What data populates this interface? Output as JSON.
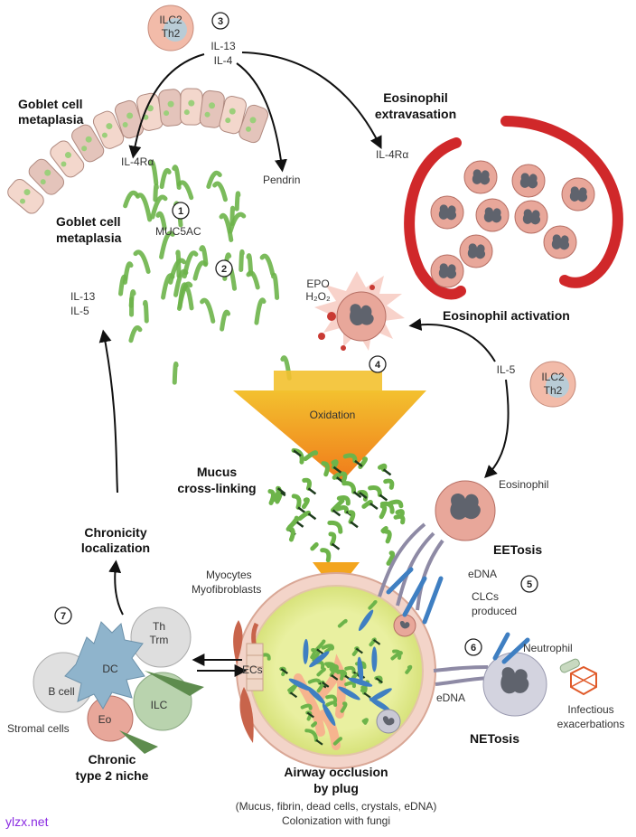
{
  "labels": {
    "ilc2_th2_top": [
      "ILC2",
      "Th2"
    ],
    "il13_il4": [
      "IL-13",
      "IL-4"
    ],
    "goblet_metaplasia_top": [
      "Goblet cell",
      "metaplasia"
    ],
    "il4ra_epithelium": "IL-4Rα",
    "pendrin": "Pendrin",
    "muc5ac": "MUC5AC",
    "goblet_metaplasia_left": [
      "Goblet cell",
      "metaplasia"
    ],
    "il13_il5": [
      "IL-13",
      "IL-5"
    ],
    "eosinophil_extravasation": [
      "Eosinophil",
      "extravasation"
    ],
    "il4ra_vessel": "IL-4Rα",
    "epo_h2o2": [
      "EPO",
      "H₂O₂"
    ],
    "eosinophil_activation": "Eosinophil activation",
    "il5_right": "IL-5",
    "ilc2_th2_right": [
      "ILC2",
      "Th2"
    ],
    "oxidation": "Oxidation",
    "mucus_crosslinking": [
      "Mucus",
      "cross-linking"
    ],
    "eosinophil": "Eosinophil",
    "eetosis": "EETosis",
    "edna_right": "eDNA",
    "clcs_produced": [
      "CLCs",
      "produced"
    ],
    "neutrophil": "Neutrophil",
    "edna_net": "eDNA",
    "netosis": "NETosis",
    "infectious_exacerbations": [
      "Infectious",
      "exacerbations"
    ],
    "myocytes": [
      "Myocytes",
      "Myofibroblasts"
    ],
    "ecs": "ECs",
    "chronicity_localization": [
      "Chronicity",
      "localization"
    ],
    "th_trm": [
      "Th",
      "Trm"
    ],
    "dc": "DC",
    "b_cell": "B cell",
    "ilc": "ILC",
    "eo": "Eo",
    "stromal_cells": "Stromal cells",
    "chronic_niche": [
      "Chronic",
      "type 2 niche"
    ],
    "airway_occlusion": [
      "Airway occlusion",
      "by plug"
    ],
    "plug_contents": "(Mucus, fibrin, dead cells, crystals, eDNA)",
    "colonization": "Colonization with fungi",
    "watermark": "ylzx.net"
  },
  "steps": [
    "1",
    "2",
    "3",
    "4",
    "5",
    "6",
    "7"
  ],
  "colors": {
    "mucus_green": "#6db44a",
    "vessel_red": "#d0282a",
    "eosinophil_pink": "#e8a79a",
    "nucleus_gray": "#6b6f78",
    "oxidation_orange": "#f2a51e",
    "dc_blue": "#8fb4cc",
    "crystal_blue": "#3f7fc2"
  }
}
